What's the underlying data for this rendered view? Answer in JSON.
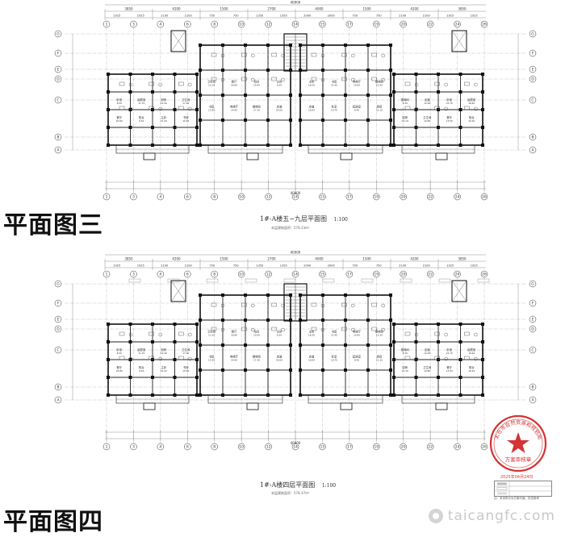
{
  "plans": [
    {
      "label": "平面图三",
      "title": "1#-A楼五~九层平面图",
      "scale": "1:100",
      "area": "本层建筑面积：578.33m²"
    },
    {
      "label": "平面图四",
      "title": "1#-A楼四层平面图",
      "scale": "1:100",
      "area": "本层建筑面积：578.37m²"
    }
  ],
  "top_dimensions": [
    "3850",
    "4200",
    "1500",
    "2700",
    "4000",
    "1500",
    "4200",
    "3850"
  ],
  "overall_dimension": "40000",
  "row_axes": [
    "G",
    "F",
    "E",
    "D",
    "C",
    "B",
    "A"
  ],
  "col_axes": [
    "1",
    "3",
    "4",
    "6",
    "8",
    "10",
    "12",
    "14",
    "15",
    "17",
    "19",
    "20",
    "22",
    "24",
    "26"
  ],
  "room_labels": [
    "卧室",
    "起居室",
    "厨房",
    "卫生间",
    "餐厅",
    "阳台",
    "主卧",
    "书房",
    "电梯厅",
    "楼梯间",
    "走道"
  ],
  "stamp": {
    "name": "方案审核章",
    "org": "太仓市自然资源和规划局",
    "date": "2025年04月24日",
    "color": "#d33333"
  },
  "legend_note": "注：本页所示为方案平面，仅供参考",
  "watermark": "taicangfc.com"
}
